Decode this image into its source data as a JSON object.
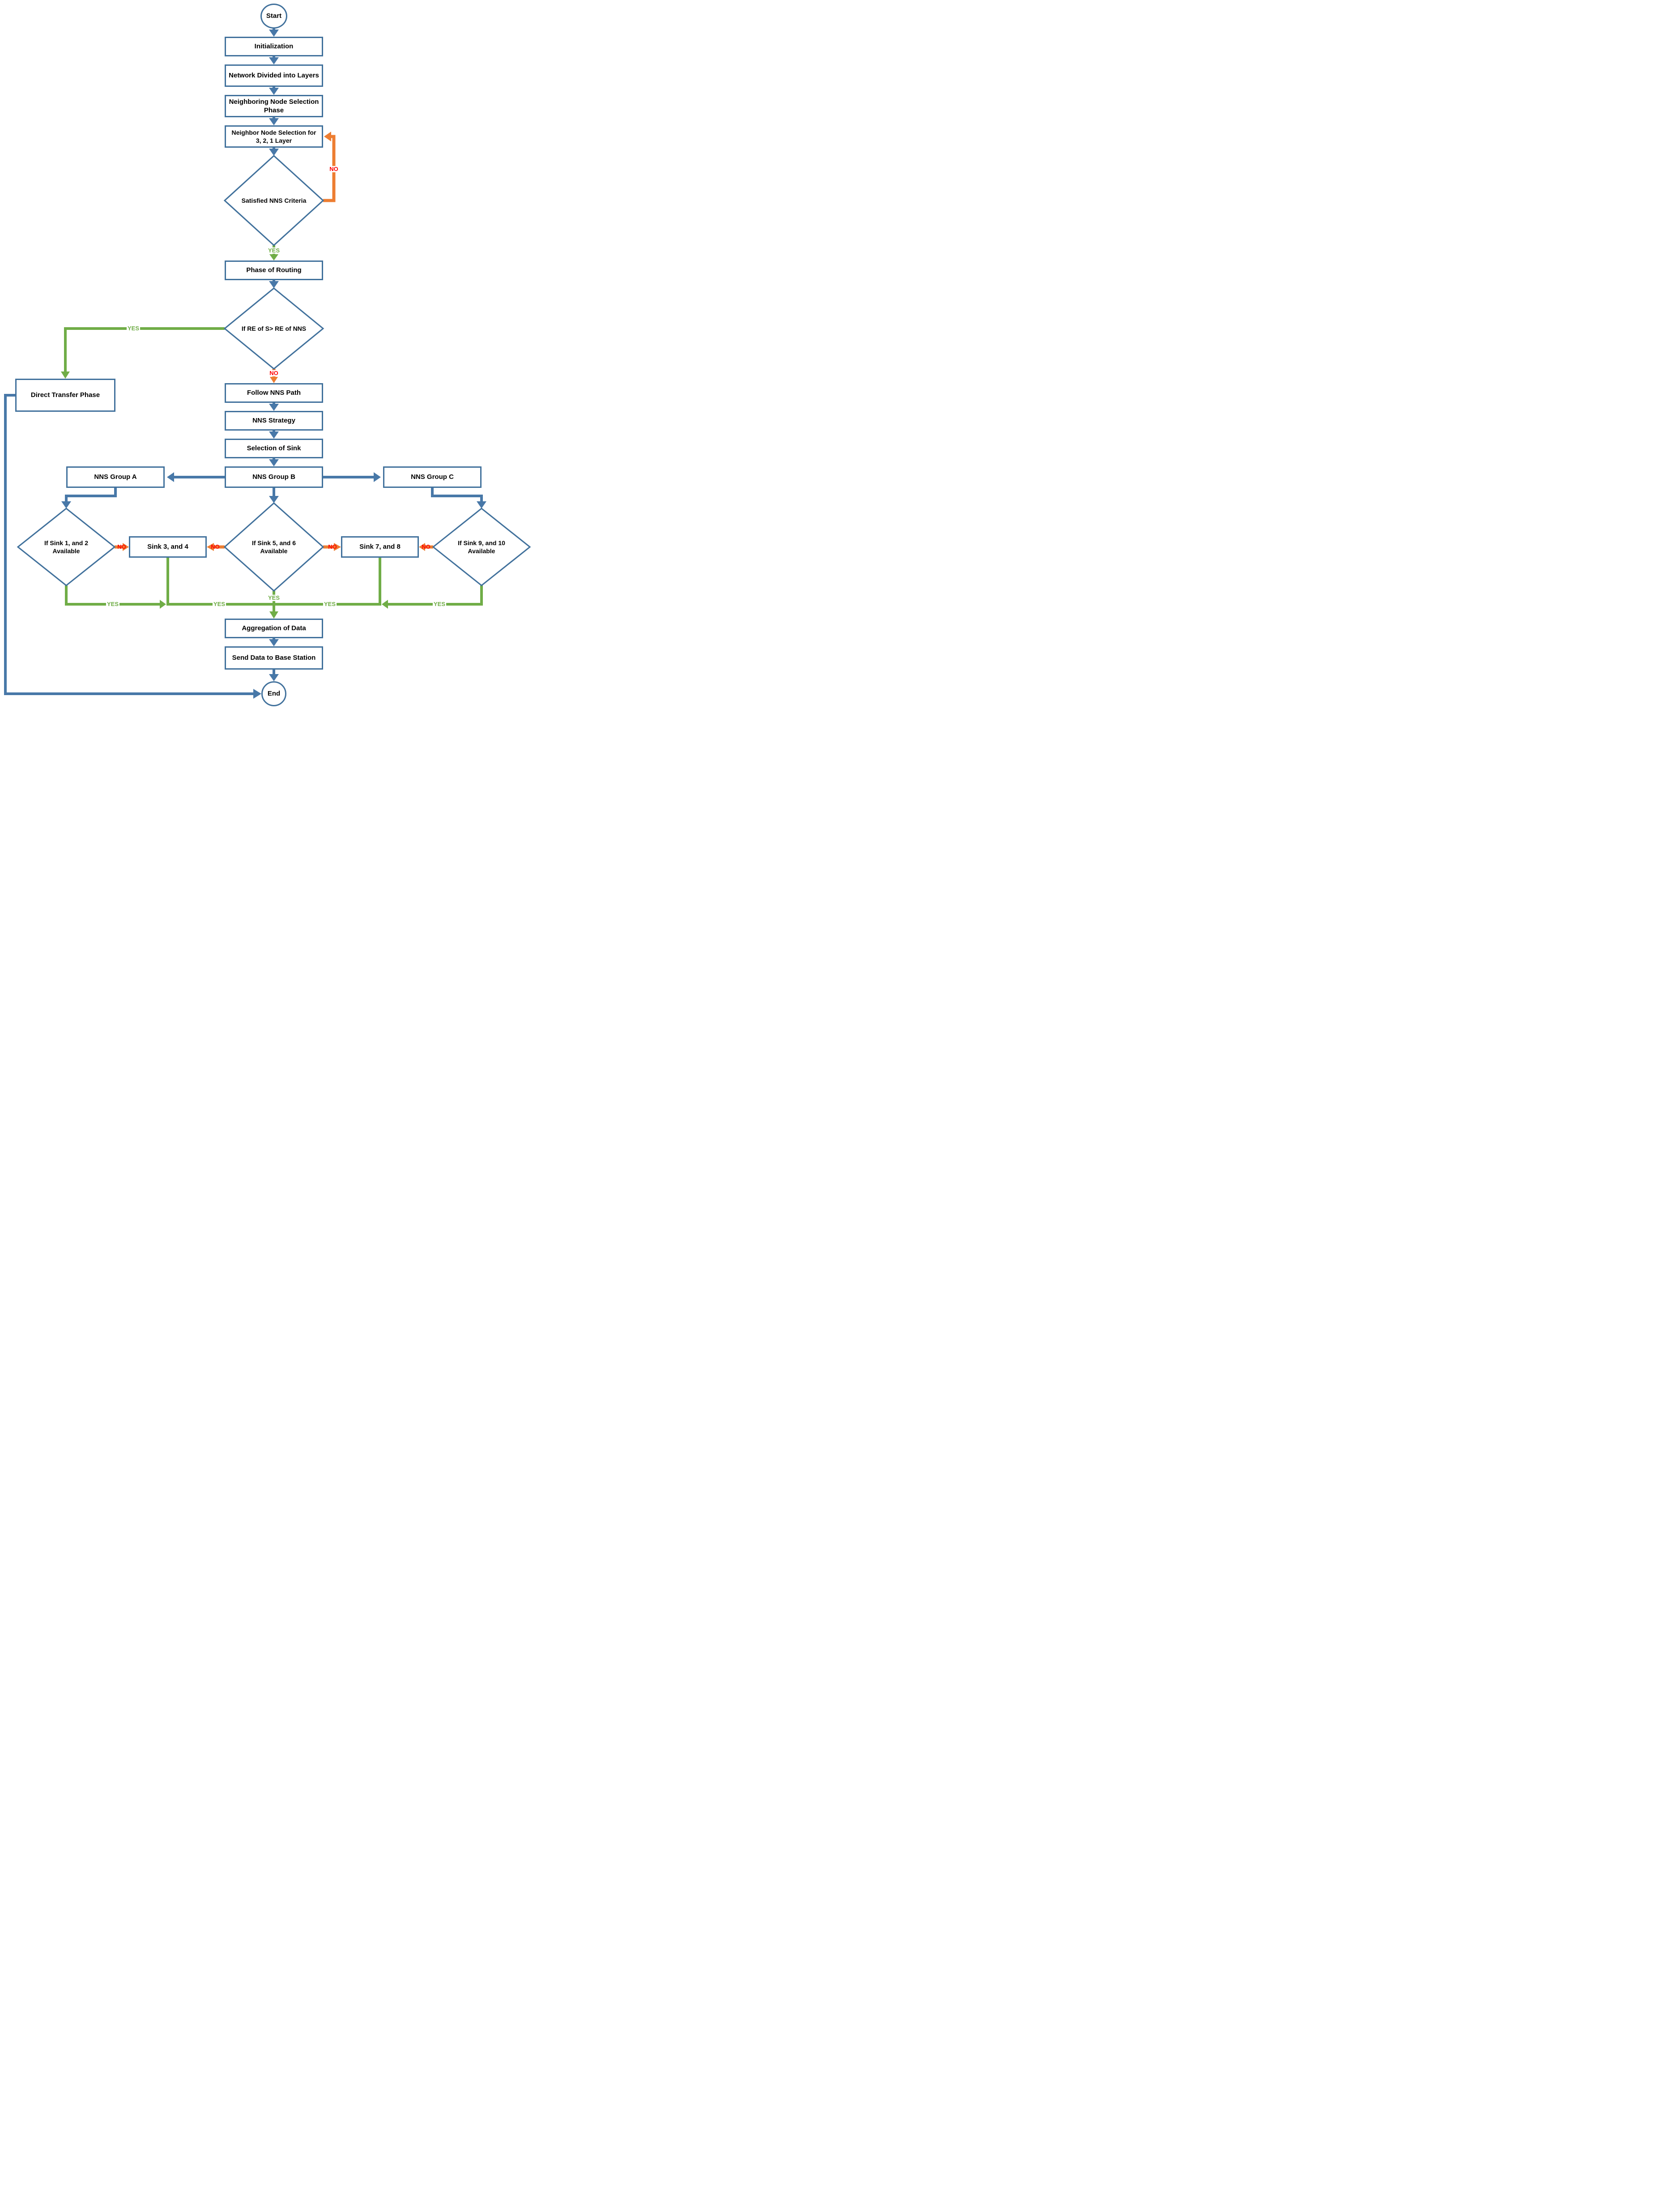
{
  "diagram": {
    "title": "NNS routing protocol flowchart",
    "colors": {
      "flow_blue": "#4878A8",
      "border_blue": "#41719C",
      "yes_green": "#70AD47",
      "loop_orange": "#ED7D31",
      "no_red": "#FF0000",
      "text": "#000000",
      "background": "#ffffff"
    },
    "nodes": {
      "start": "Start",
      "initialization": "Initialization",
      "network_divided": "Network Divided into Layers",
      "nns_selection_phase": "Neighboring Node Selection Phase",
      "nns_321_layer": "Neighbor Node Selection for 3, 2, 1 Layer",
      "satisfied_nns": "Satisfied NNS Criteria",
      "phase_of_routing": "Phase of Routing",
      "if_re": "If RE of S> RE of NNS",
      "direct_transfer": "Direct Transfer Phase",
      "follow_nns_path": "Follow NNS Path",
      "nns_strategy": "NNS Strategy",
      "selection_of_sink": "Selection of Sink",
      "nns_group_a": "NNS Group A",
      "nns_group_b": "NNS Group B",
      "nns_group_c": "NNS Group C",
      "if_sink_1_2": "If Sink 1, and 2 Available",
      "sink_3_4": "Sink 3, and 4",
      "if_sink_5_6": "If Sink 5, and 6 Available",
      "sink_7_8": "Sink 7, and 8",
      "if_sink_9_10": "If Sink 9, and 10 Available",
      "aggregation": "Aggregation of Data",
      "send_to_base": "Send Data to Base Station",
      "end": "End"
    },
    "labels": {
      "yes": "YES",
      "no": "NO"
    }
  }
}
